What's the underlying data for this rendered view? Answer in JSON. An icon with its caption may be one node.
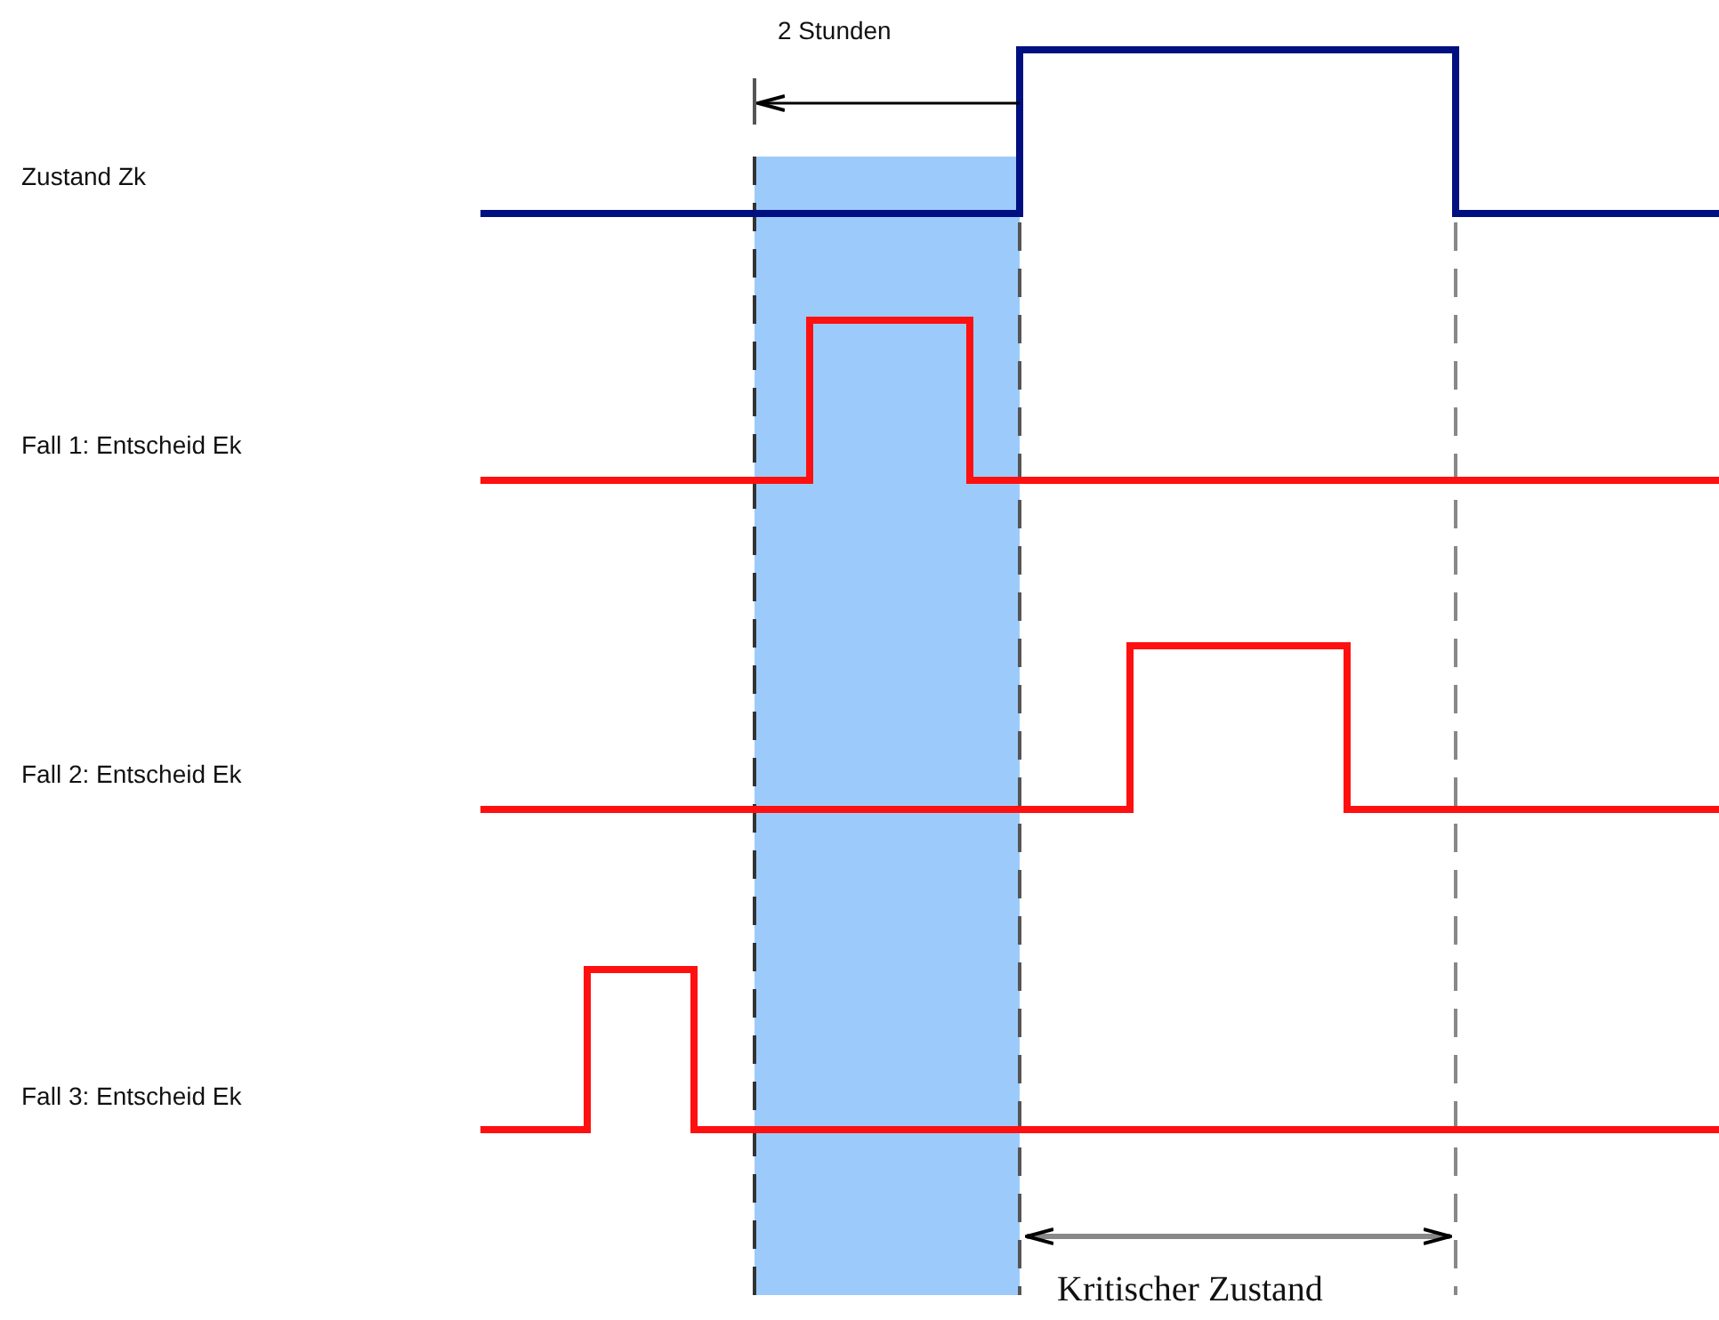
{
  "diagram": {
    "labels": [
      "2 Stunden",
      "Zustand Zk",
      "Fall 1: Entscheid Ek",
      "Fall 2: Entscheid Ek",
      "Fall 3: Entscheid Ek",
      "Kritischer Zustand"
    ]
  }
}
